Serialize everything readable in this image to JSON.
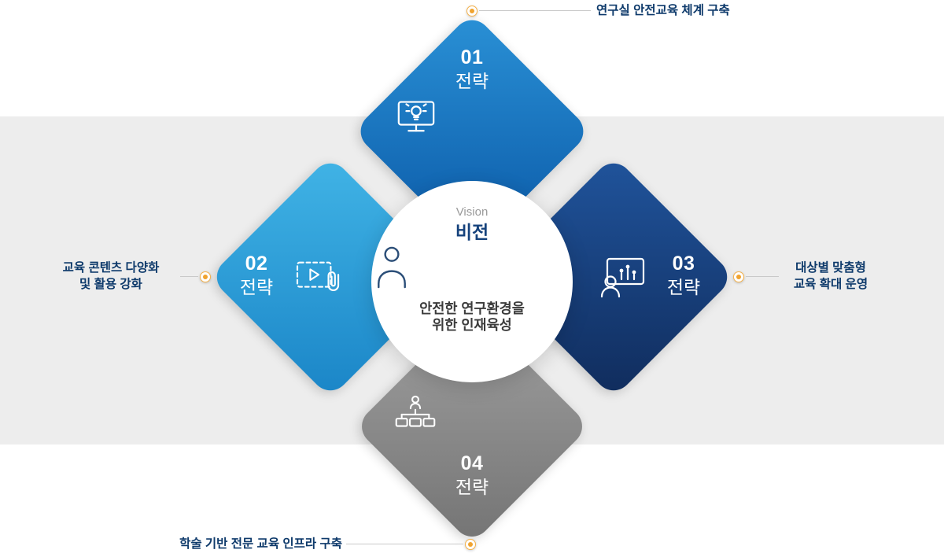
{
  "colors": {
    "band": "#ededed",
    "accent_orange": "#f0a32f",
    "callout_navy": "#0e3a6b",
    "diamond_top": [
      "#2a91d6",
      "#0a58a6"
    ],
    "diamond_left": [
      "#41b4e6",
      "#1a85c7"
    ],
    "diamond_right": [
      "#20549c",
      "#102c5c"
    ],
    "diamond_bottom": [
      "#a0a0a0",
      "#747474"
    ]
  },
  "center": {
    "vision_en": "Vision",
    "vision_ko": "비전",
    "desc_line1": "안전한 연구환경을",
    "desc_line2": "위한 인재육성",
    "icon": "person-icon"
  },
  "strategies": [
    {
      "number": "01",
      "label": "전략",
      "icon": "monitor-idea-icon",
      "callout": "연구실 안전교육 체계 구축"
    },
    {
      "number": "02",
      "label": "전략",
      "icon": "video-content-icon",
      "callout_line1": "교육 콘텐츠 다양화",
      "callout_line2": "및 활용 강화"
    },
    {
      "number": "03",
      "label": "전략",
      "icon": "trainee-chart-icon",
      "callout_line1": "대상별 맞춤형",
      "callout_line2": "교육 확대 운영"
    },
    {
      "number": "04",
      "label": "전략",
      "icon": "org-infrastructure-icon",
      "callout": "학술 기반 전문 교육 인프라 구축"
    }
  ]
}
